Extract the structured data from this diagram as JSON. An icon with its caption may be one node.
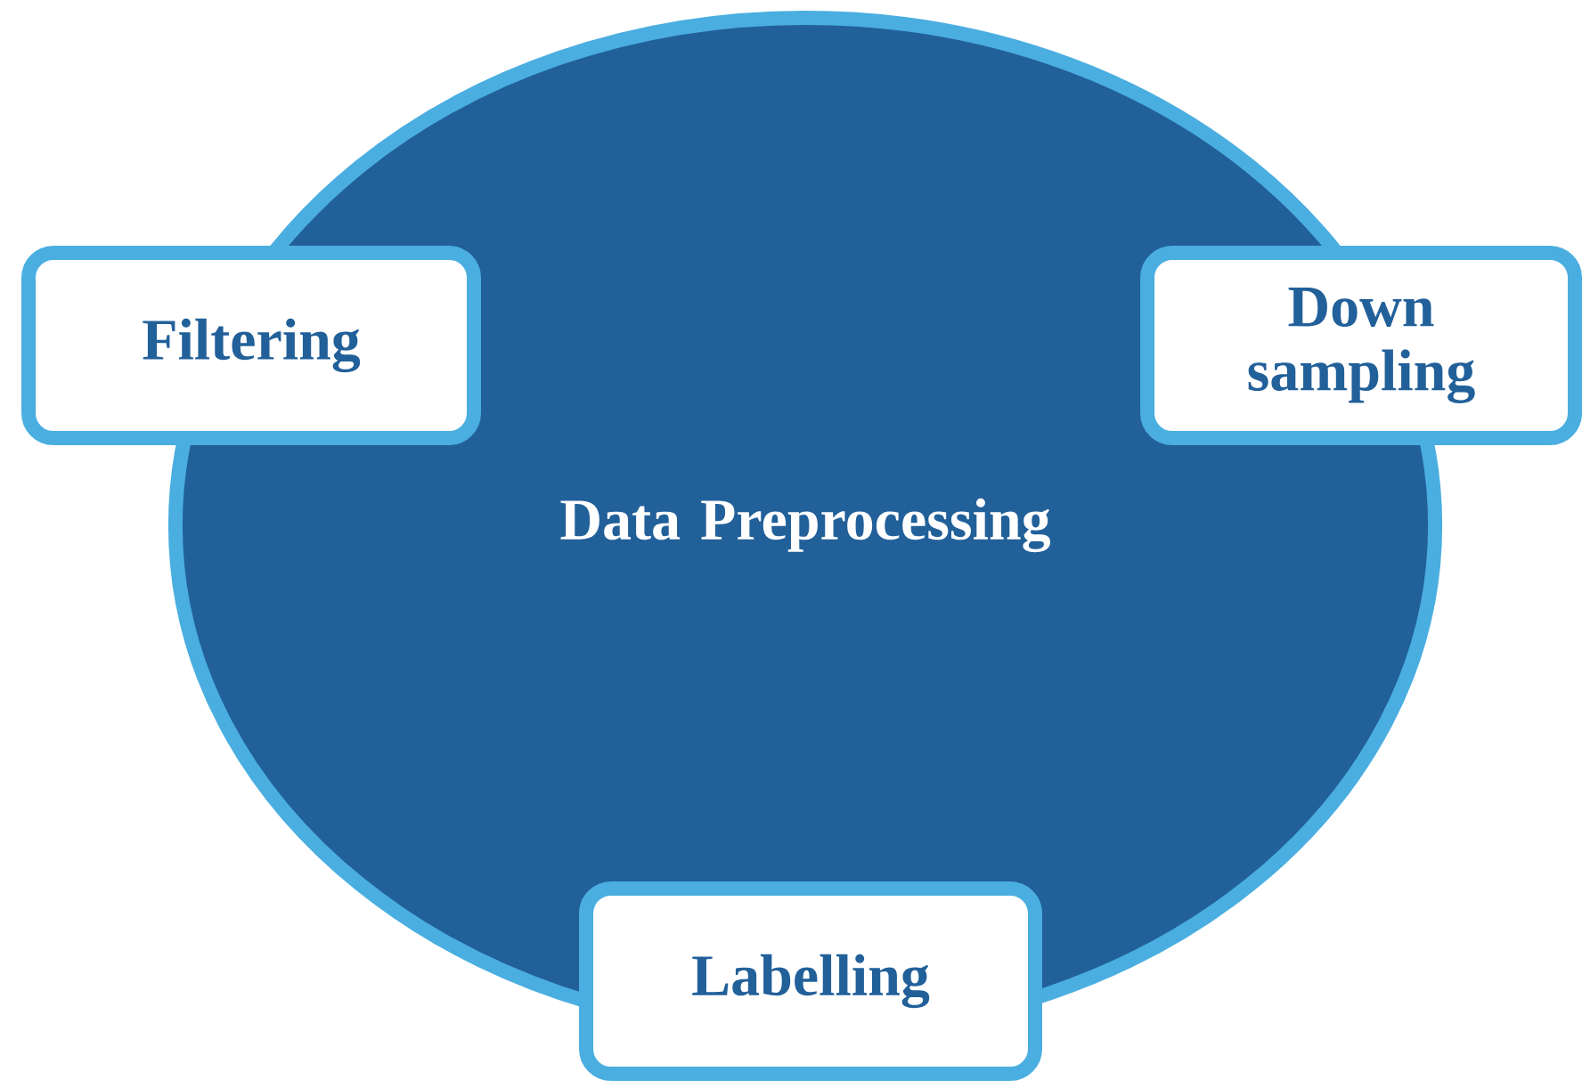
{
  "diagram": {
    "nodes": [
      {
        "text": [
          "Data Preprocessing"
        ]
      },
      {
        "text": [
          "Filtering"
        ]
      },
      {
        "text": [
          "Down sampling"
        ]
      },
      {
        "text": [
          "Labelling"
        ]
      }
    ]
  }
}
